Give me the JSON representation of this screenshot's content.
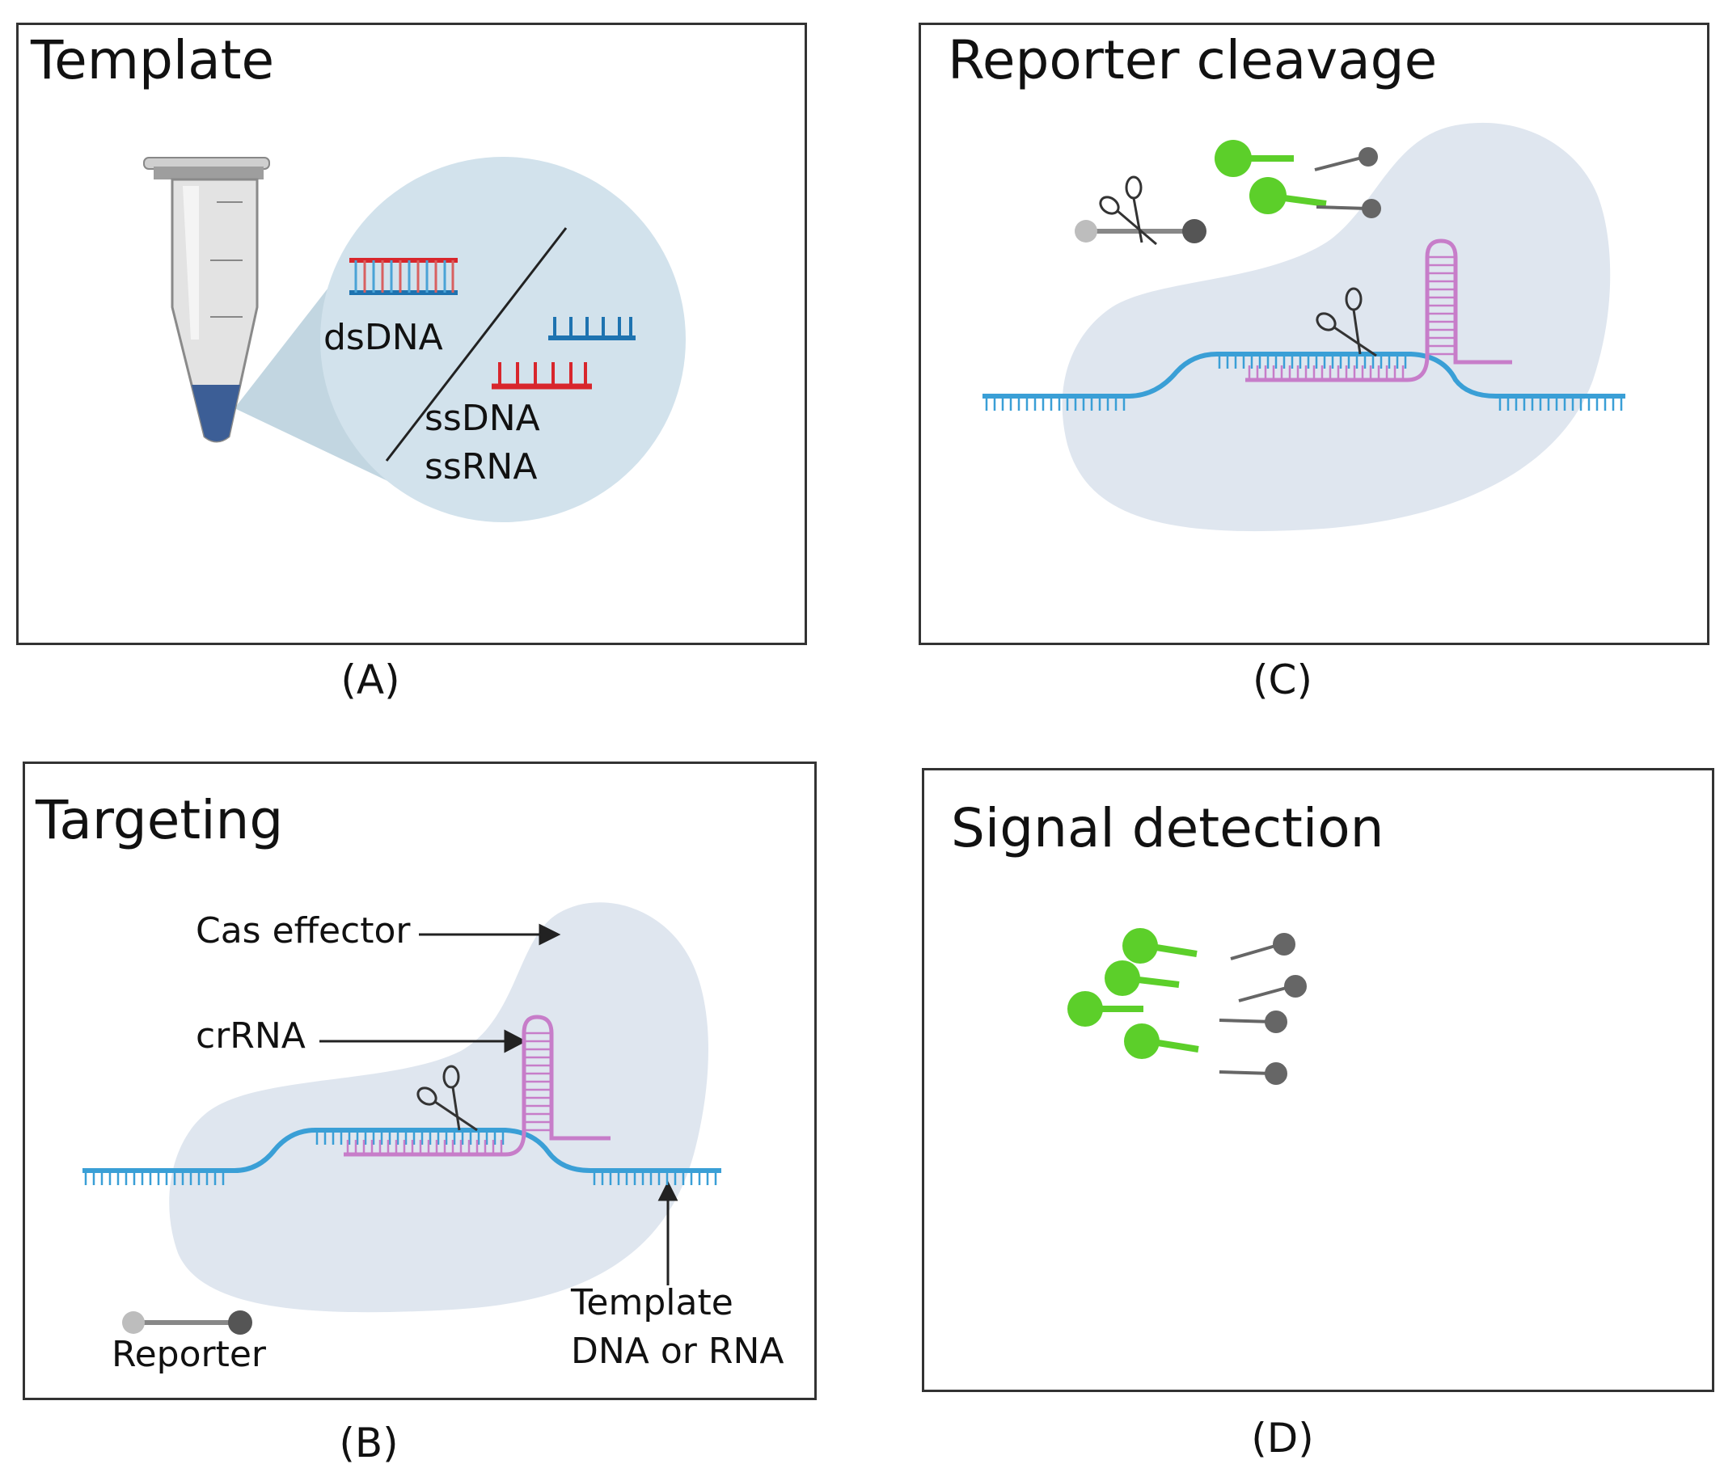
{
  "panels": {
    "a": {
      "title": "Template",
      "caption": "(A)",
      "labels": {
        "dsdna": "dsDNA",
        "ssdna": "ssDNA",
        "ssrna": "ssRNA"
      }
    },
    "b": {
      "title": "Targeting",
      "caption": "(B)",
      "labels": {
        "cas_effector": "Cas effector",
        "crrna": "crRNA",
        "reporter": "Reporter",
        "template_line1": "Template",
        "template_line2": "DNA or RNA"
      }
    },
    "c": {
      "title": "Reporter cleavage",
      "caption": "(C)"
    },
    "d": {
      "title": "Signal detection",
      "caption": "(D)"
    }
  },
  "colors": {
    "dna_blue": "#3a9fd6",
    "dna_red": "#d8262c",
    "crrna_pink": "#c77dc9",
    "fluor_green": "#5ccf2a",
    "quencher_gray": "#666666",
    "protein_blob": "#dfe6ef",
    "magnifier": "#d2e2ec"
  },
  "icons": [
    "tube-icon",
    "scissors-icon",
    "reporter-icon",
    "fluorophore-icon",
    "quencher-icon"
  ]
}
